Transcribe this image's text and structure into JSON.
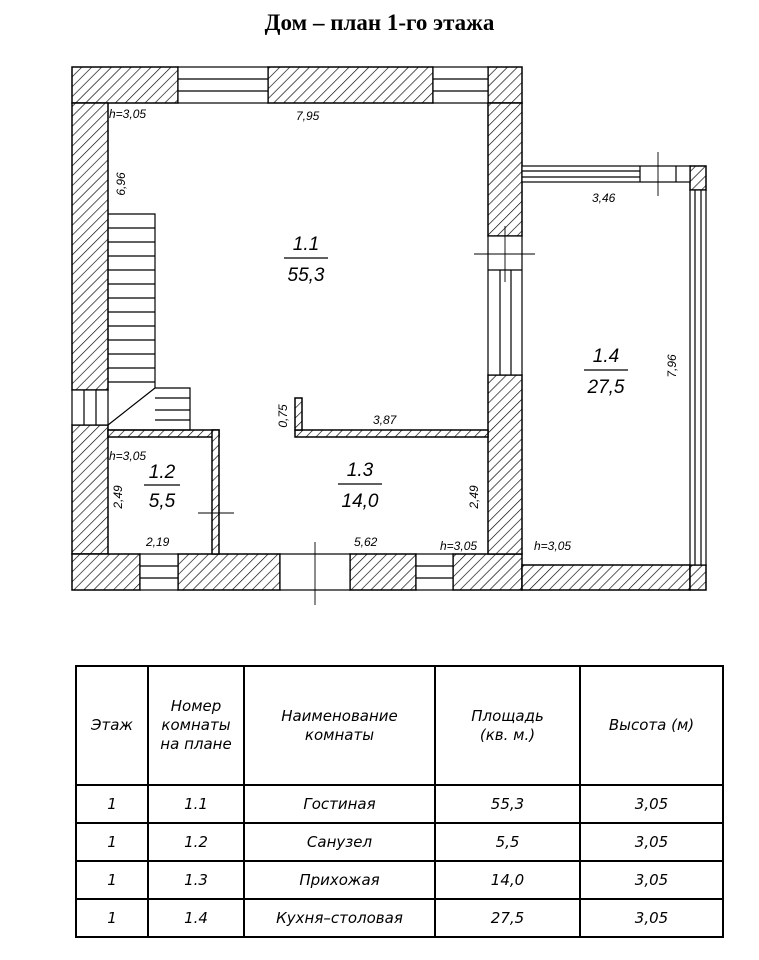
{
  "title": "Дом – план 1-го этажа",
  "plan": {
    "rooms": [
      {
        "number": "1.1",
        "area": "55,3"
      },
      {
        "number": "1.2",
        "area": "5,5"
      },
      {
        "number": "1.3",
        "area": "14,0"
      },
      {
        "number": "1.4",
        "area": "27,5"
      }
    ],
    "dimensions": [
      "h=3,05",
      "7,95",
      "6,96",
      "3,46",
      "7,96",
      "0,75",
      "3,87",
      "h=3,05",
      "2,49",
      "2,49",
      "2,19",
      "5,62",
      "h=3,05",
      "h=3,05"
    ]
  },
  "table": {
    "headers": [
      "Этаж",
      "Номер комнаты на плане",
      "Наименование комнаты",
      "Площадь (кв. м.)",
      "Высота (м)"
    ],
    "rows": [
      [
        "1",
        "1.1",
        "Гостиная",
        "55,3",
        "3,05"
      ],
      [
        "1",
        "1.2",
        "Санузел",
        "5,5",
        "3,05"
      ],
      [
        "1",
        "1.3",
        "Прихожая",
        "14,0",
        "3,05"
      ],
      [
        "1",
        "1.4",
        "Кухня–столовая",
        "27,5",
        "3,05"
      ]
    ]
  }
}
